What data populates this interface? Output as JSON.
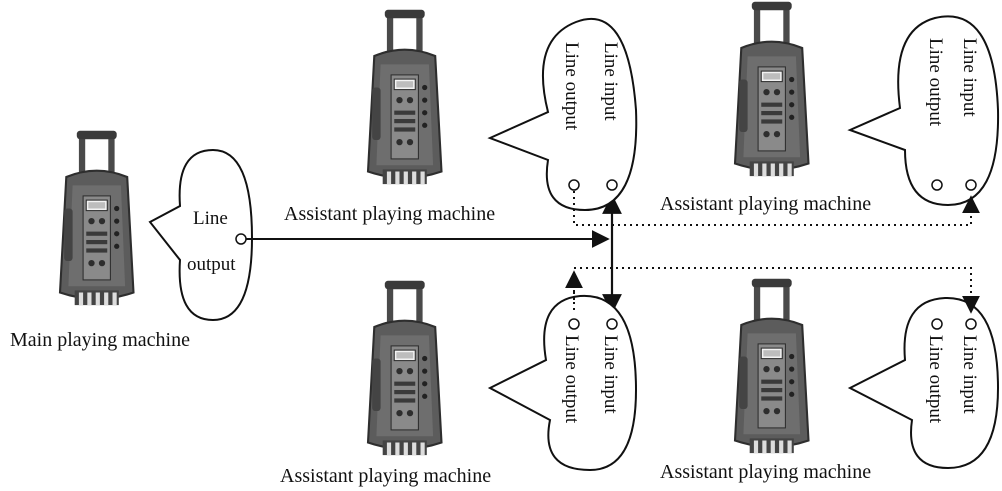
{
  "main_machine": {
    "caption": "Main playing machine",
    "bubble_label_line1": "Line",
    "bubble_label_line2": "output"
  },
  "assistant_machines": [
    {
      "caption": "Assistant playing machine",
      "input_label": "Line input",
      "output_label": "Line output"
    },
    {
      "caption": "Assistant playing machine",
      "input_label": "Line input",
      "output_label": "Line output"
    },
    {
      "caption": "Assistant playing machine",
      "input_label": "Line input",
      "output_label": "Line output"
    },
    {
      "caption": "Assistant playing machine",
      "input_label": "Line input",
      "output_label": "Line output"
    }
  ],
  "colors": {
    "stroke": "#111111",
    "speaker_body": "#5c5c5c",
    "speaker_dark": "#2e2e2e",
    "speaker_light": "#9a9a9a"
  }
}
